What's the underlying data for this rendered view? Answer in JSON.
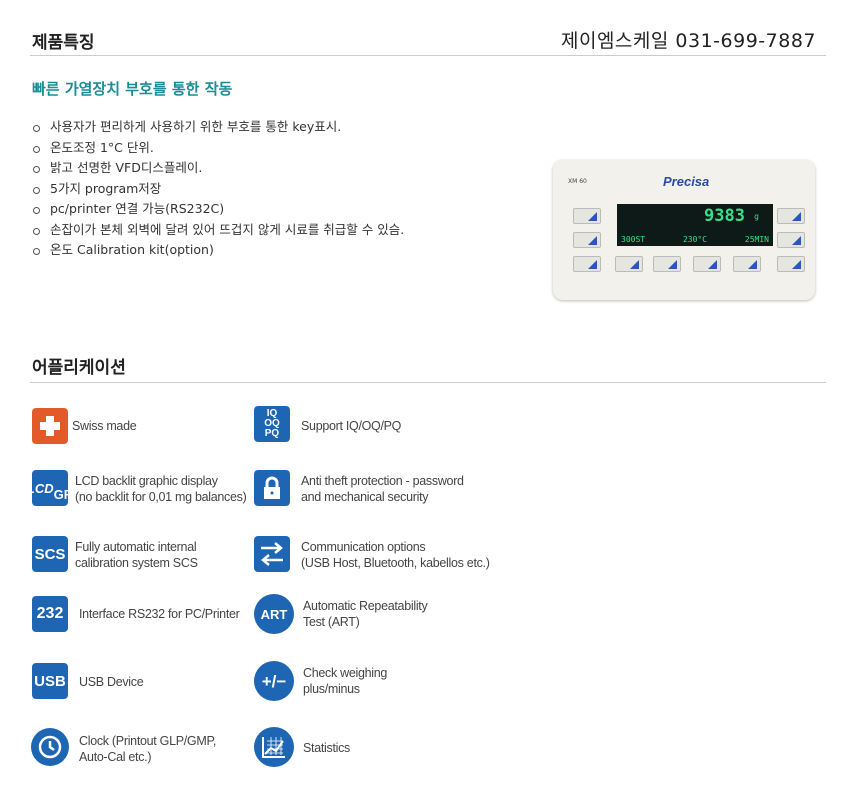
{
  "features": {
    "title": "제품특징",
    "phone": "제이엠스케일 031-699-7887",
    "subtitle": "빠른 가열장치 부호를 통한 작동",
    "bullets": [
      "사용자가 편리하게 사용하기 위한 부호를 통한 key표시.",
      "온도조정 1°C 단위.",
      "밝고 선명한 VFD디스플레이.",
      "5가지 program저장",
      "pc/printer 연결 가능(RS232C)",
      "손잡이가 본체 외벽에 달려 있어 뜨겁지 않게 시료를 취급할 수 있슴.",
      "온도 Calibration kit(option)"
    ],
    "device": {
      "brand": "Precisa",
      "model": "XM 60",
      "display_value": "9383",
      "display_unit": "g",
      "display_program": "300ST",
      "display_temp": "230°C",
      "display_time": "25MIN"
    }
  },
  "applications": {
    "title": "어플리케이션",
    "items": [
      {
        "icon": "LCD",
        "l1": "Swiss made",
        "l2": ""
      },
      {
        "icon": "IQ OQ PQ",
        "l1": "Support IQ/OQ/PQ",
        "l2": ""
      },
      {
        "icon": "LCD GR",
        "l1": "LCD backlit graphic display",
        "l2": "(no backlit for 0,01 mg balances)"
      },
      {
        "icon": "lock",
        "l1": "Anti theft protection - password",
        "l2": "and mechanical security"
      },
      {
        "icon": "SCS",
        "l1": "Fully automatic internal",
        "l2": "calibration system SCS"
      },
      {
        "icon": "arrows",
        "l1": "Communication options",
        "l2": "(USB Host, Bluetooth, kabellos etc.)"
      },
      {
        "icon": "232",
        "l1": "Interface RS232 for PC/Printer",
        "l2": ""
      },
      {
        "icon": "ART",
        "l1": "Automatic Repeatability",
        "l2": "Test (ART)"
      },
      {
        "icon": "USB",
        "l1": "USB Device",
        "l2": ""
      },
      {
        "icon": "+/−",
        "l1": "Check weighing",
        "l2": "plus/minus"
      },
      {
        "icon": "clock",
        "l1": "Clock (Printout GLP/GMP,",
        "l2": "Auto-Cal etc.)"
      },
      {
        "icon": "chart",
        "l1": "Statistics",
        "l2": ""
      }
    ]
  },
  "colors": {
    "accent": "#1a8c95",
    "icon_blue": "#1e66b4",
    "icon_red": "#e25a2a"
  }
}
